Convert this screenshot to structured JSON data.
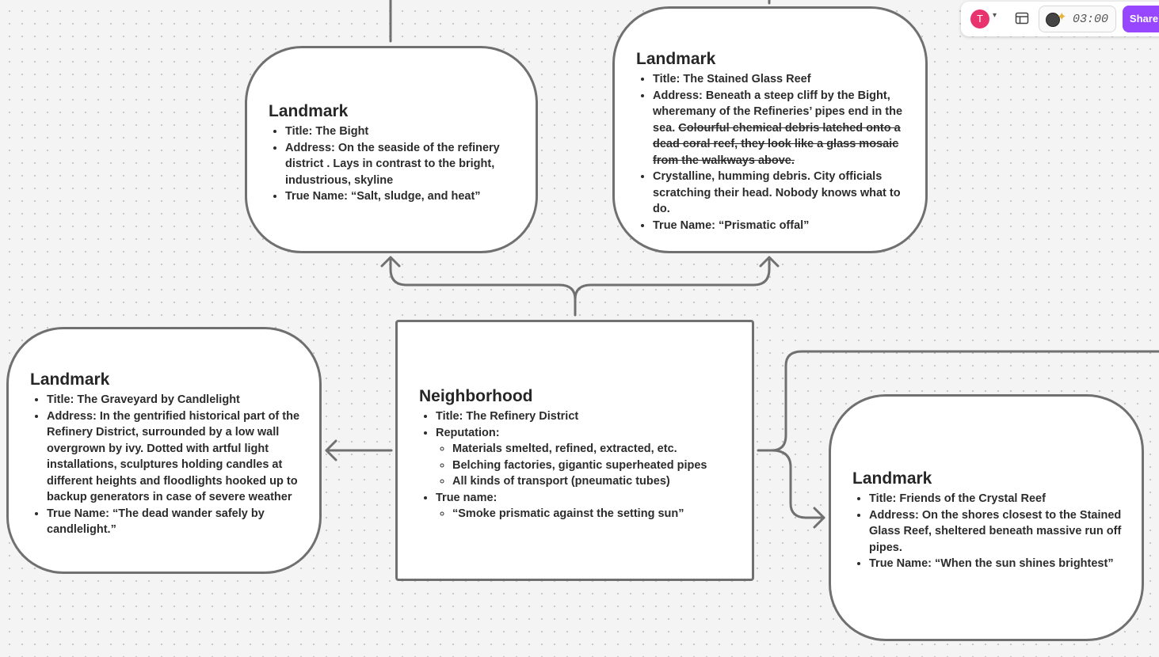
{
  "landmark_bight": {
    "heading": "Landmark",
    "items": [
      "Title: The Bight",
      "Address: On the seaside of the refinery district . Lays in contrast to the bright, industrious, skyline",
      "True Name: “Salt, sludge, and heat”"
    ]
  },
  "landmark_reef": {
    "heading": "Landmark",
    "items": [
      "Title: The Stained Glass Reef",
      "Address: Beneath a steep cliff by the Bight, wheremany of the Refineries’ pipes end in the sea.",
      "Colourful chemical debris latched onto a dead coral reef, they look like a glass mosaic from the walkways above.",
      "Crystalline, humming debris. City officials scratching their head. Nobody knows what to do.",
      "True Name: “Prismatic offal”"
    ]
  },
  "landmark_graveyard": {
    "heading": "Landmark",
    "items": [
      "Title: The Graveyard by Candlelight",
      "Address: In the gentrified historical part of the Refinery District, surrounded by a low wall overgrown by ivy. Dotted with artful light installations, sculptures holding candles at different heights and floodlights hooked up to backup generators in case of severe weather",
      "True Name: “The dead wander safely by candlelight.”"
    ]
  },
  "neighborhood": {
    "heading": "Neighborhood",
    "title": "Title: The Refinery District",
    "reputation_label": "Reputation:",
    "reputation": [
      "Materials smelted, refined, extracted, etc.",
      "Belching factories, gigantic superheated pipes",
      "All kinds of transport (pneumatic tubes)"
    ],
    "true_name_label": "True name:",
    "true_name": "“Smoke prismatic against the setting sun”"
  },
  "landmark_friends": {
    "heading": "Landmark",
    "items": [
      "Title: Friends of the Crystal Reef",
      "Address: On the shores closest to the Stained Glass Reef, sheltered beneath massive run off pipes.",
      "True Name: “When the sun shines brightest”"
    ]
  },
  "toolbar": {
    "avatar_initial": "T",
    "timer": "03:00",
    "share_label": "Share",
    "icons": [
      "user-avatar",
      "chevron-down-icon",
      "layout-icon",
      "timer-disc-icon",
      "sparkle-icon"
    ],
    "accent_color": "#9747ff",
    "avatar_color": "#e8336f"
  }
}
